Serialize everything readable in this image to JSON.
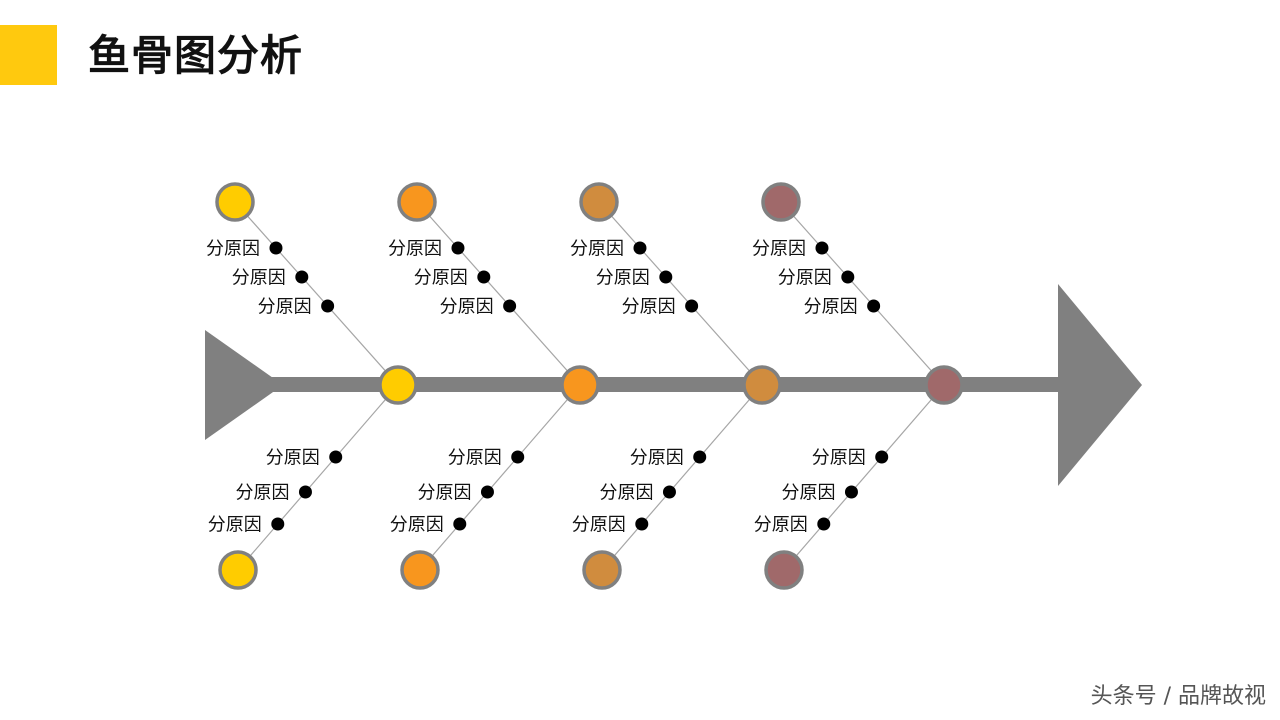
{
  "title": "鱼骨图分析",
  "watermark": "头条号 / 品牌故视",
  "colors": {
    "accent": "#ffc90e",
    "spine": "#808080",
    "node_border": "#808080",
    "bone_line": "#a6a6a6",
    "dot": "#000000",
    "label": "#111111"
  },
  "diagram": {
    "type": "fishbone",
    "branches": [
      {
        "color": "#ffcc00",
        "top_causes": [
          "分原因",
          "分原因",
          "分原因"
        ],
        "bottom_causes": [
          "分原因",
          "分原因",
          "分原因"
        ]
      },
      {
        "color": "#f8961e",
        "top_causes": [
          "分原因",
          "分原因",
          "分原因"
        ],
        "bottom_causes": [
          "分原因",
          "分原因",
          "分原因"
        ]
      },
      {
        "color": "#d08c3e",
        "top_causes": [
          "分原因",
          "分原因",
          "分原因"
        ],
        "bottom_causes": [
          "分原因",
          "分原因",
          "分原因"
        ]
      },
      {
        "color": "#a0696a",
        "top_causes": [
          "分原因",
          "分原因",
          "分原因"
        ],
        "bottom_causes": [
          "分原因",
          "分原因",
          "分原因"
        ]
      }
    ]
  }
}
